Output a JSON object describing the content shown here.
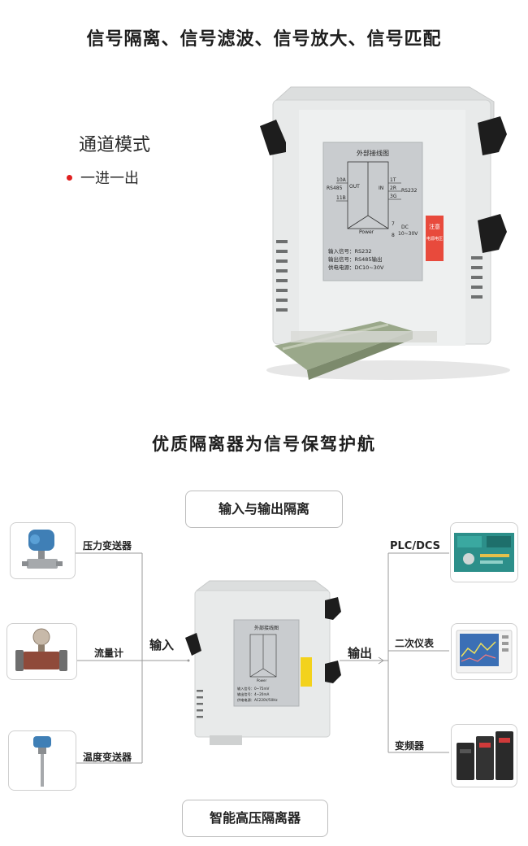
{
  "hero": {
    "title": "信号隔离、信号滤波、信号放大、信号匹配",
    "mode_title": "通道模式",
    "mode_item": "一进一出"
  },
  "device": {
    "panel_title": "外部接线图",
    "terminals_left": [
      "10A",
      "OUT",
      "RS485",
      "11B"
    ],
    "terminals_right": [
      "1T",
      "IN",
      "2R",
      "RS232",
      "3G"
    ],
    "power_label": "Power",
    "power_terminals": [
      "7",
      "8"
    ],
    "dc_label": "DC",
    "dc_range": "10~30V",
    "spec_lines": [
      "输入信号：RS232",
      "输出信号：RS485输出",
      "供电电源：DC10~30V"
    ],
    "warning": [
      "注意",
      "电源电压"
    ]
  },
  "section2": {
    "title": "优质隔离器为信号保驾护航",
    "top_pill": "输入与输出隔离",
    "bottom_pill": "智能高压隔离器",
    "input_label": "输入",
    "output_label": "输出",
    "inputs": [
      "压力变送器",
      "流量计",
      "温度变送器"
    ],
    "outputs": [
      "PLC/DCS",
      "二次仪表",
      "变频器"
    ]
  },
  "small_device": {
    "panel_title": "外部接线图",
    "spec_lines": [
      "输入信号：0~75mV",
      "输出信号：4~20mA",
      "供电电源：AC220V/50Hz"
    ],
    "power_label": "Power"
  },
  "colors": {
    "accent_red": "#e02020",
    "device_body": "#e8eaea",
    "panel_grey": "#c9cccf",
    "warning_bg": "#e84a3c",
    "warning_yellow": "#f3d21c",
    "line_grey": "#9a9a9a",
    "rail_green": "#9aa88a"
  }
}
